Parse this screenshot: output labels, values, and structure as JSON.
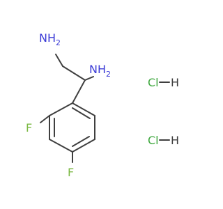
{
  "molecule": {
    "atoms": {
      "amine_1": {
        "label": "NH",
        "subscript": "2",
        "element": "N"
      },
      "amine_2": {
        "label": "NH",
        "subscript": "2",
        "element": "N"
      },
      "fluoro_1": {
        "label": "F",
        "element": "F"
      },
      "fluoro_2": {
        "label": "F",
        "element": "F"
      }
    },
    "salts": [
      {
        "cl": "Cl",
        "dash": "—",
        "h": "H"
      },
      {
        "cl": "Cl",
        "dash": "—",
        "h": "H"
      }
    ]
  },
  "colors": {
    "bond": "#3f3f3f",
    "nitrogen": "#3b3bd6",
    "fluorine": "#7ab842",
    "chlorine": "#3fa83f",
    "hydrogen": "#3f3f3f"
  }
}
